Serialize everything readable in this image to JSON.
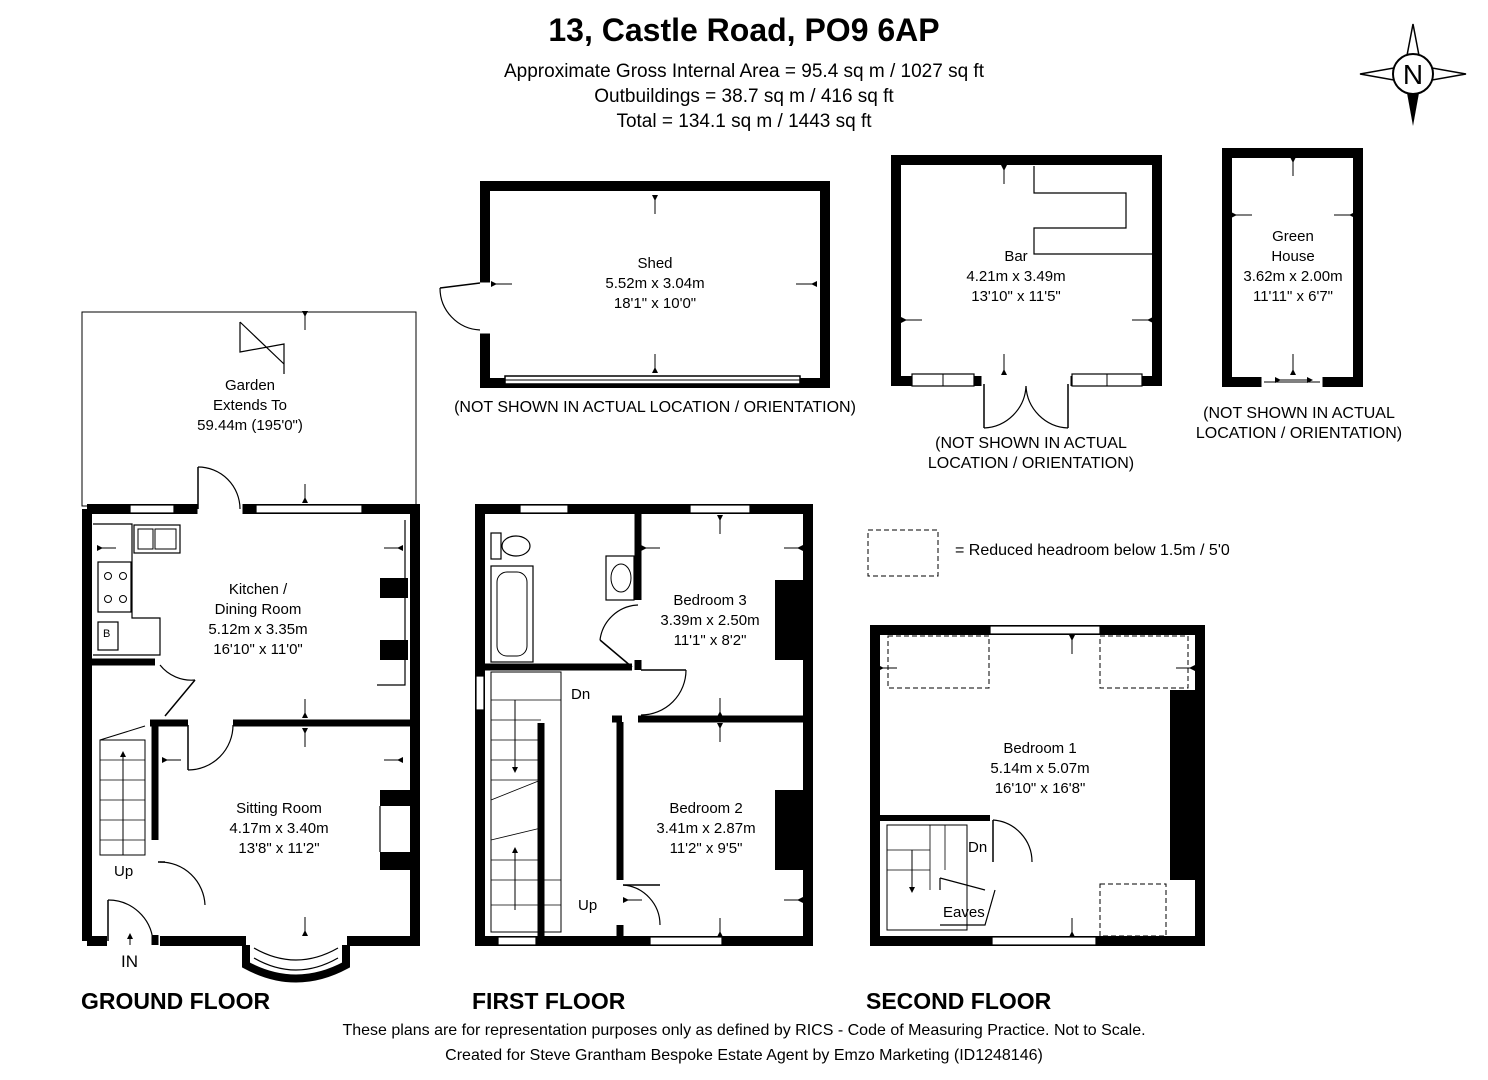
{
  "header": {
    "title": "13, Castle Road, PO9 6AP",
    "gross_area": "Approximate Gross Internal Area = 95.4 sq m / 1027 sq ft",
    "outbuildings": "Outbuildings = 38.7 sq m / 416 sq ft",
    "total": "Total = 134.1 sq m / 1443 sq ft"
  },
  "compass": {
    "label": "N",
    "icon": "north-arrow-icon"
  },
  "outbuildings": {
    "shed": {
      "name": "Shed",
      "metric": "5.52m x 3.04m",
      "imperial": "18'1\" x 10'0\"",
      "note": "(NOT SHOWN IN ACTUAL LOCATION / ORIENTATION)"
    },
    "bar": {
      "name": "Bar",
      "metric": "4.21m x 3.49m",
      "imperial": "13'10\" x 11'5\"",
      "note_line1": "(NOT SHOWN IN ACTUAL",
      "note_line2": "LOCATION / ORIENTATION)"
    },
    "greenhouse": {
      "name_line1": "Green",
      "name_line2": "House",
      "metric": "3.62m x 2.00m",
      "imperial": "11'11\" x 6'7\"",
      "note_line1": "(NOT SHOWN IN ACTUAL",
      "note_line2": "LOCATION / ORIENTATION)"
    }
  },
  "ground_floor": {
    "label": "GROUND FLOOR",
    "garden": {
      "line1": "Garden",
      "line2": "Extends To",
      "line3": "59.44m (195'0\")"
    },
    "kitchen": {
      "line1": "Kitchen /",
      "line2": "Dining Room",
      "metric": "5.12m x 3.35m",
      "imperial": "16'10\" x 11'0\""
    },
    "sitting": {
      "name": "Sitting Room",
      "metric": "4.17m x 3.40m",
      "imperial": "13'8\" x 11'2\""
    },
    "boiler": "B",
    "up": "Up",
    "entrance": "IN"
  },
  "first_floor": {
    "label": "FIRST FLOOR",
    "bedroom3": {
      "name": "Bedroom 3",
      "metric": "3.39m x 2.50m",
      "imperial": "11'1\" x 8'2\""
    },
    "bedroom2": {
      "name": "Bedroom 2",
      "metric": "3.41m x 2.87m",
      "imperial": "11'2\" x 9'5\""
    },
    "down": "Dn",
    "up": "Up"
  },
  "second_floor": {
    "label": "SECOND FLOOR",
    "bedroom1": {
      "name": "Bedroom 1",
      "metric": "5.14m x 5.07m",
      "imperial": "16'10\" x 16'8\""
    },
    "down": "Dn",
    "eaves": "Eaves"
  },
  "legend": {
    "text": "= Reduced headroom below 1.5m / 5'0"
  },
  "footer": {
    "line1": "These plans are for representation purposes only as defined by RICS - Code of Measuring Practice. Not to Scale.",
    "line2": "Created for Steve Grantham Bespoke Estate Agent by Emzo Marketing (ID1248146)"
  }
}
